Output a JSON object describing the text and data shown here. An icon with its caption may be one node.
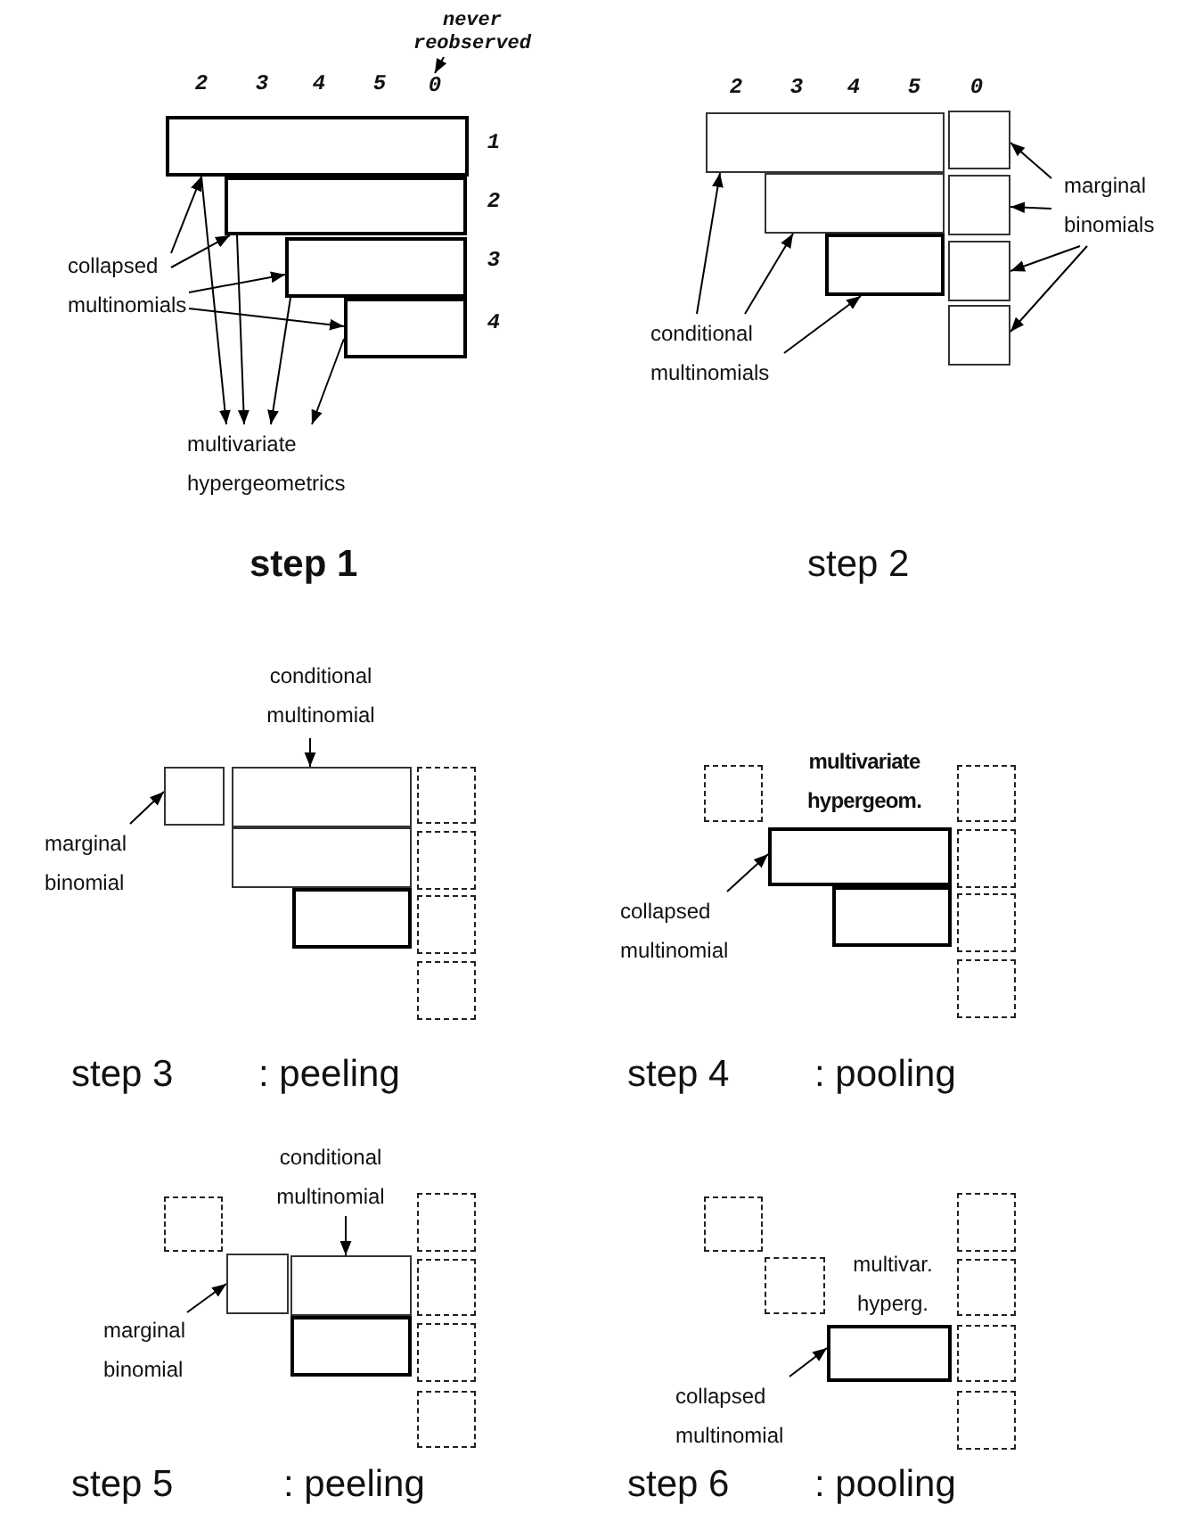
{
  "diagram": {
    "nodes": [
      {
        "text": [
          "never reobserved"
        ]
      },
      {
        "text": [
          "0"
        ]
      },
      {
        "text": [],
        "shape": "box"
      },
      {
        "text": [],
        "shape": "box"
      },
      {
        "text": [],
        "shape": "box"
      },
      {
        "text": [],
        "shape": "box"
      },
      {
        "text": [
          "collapsed multinomials"
        ]
      },
      {
        "text": [
          "multivariate hypergeometrics"
        ]
      },
      {
        "text": [],
        "shape": "box"
      },
      {
        "text": [],
        "shape": "box"
      },
      {
        "text": [],
        "shape": "box"
      },
      {
        "text": [],
        "shape": "box"
      },
      {
        "text": [],
        "shape": "box"
      },
      {
        "text": [],
        "shape": "box"
      },
      {
        "text": [],
        "shape": "box"
      },
      {
        "text": [
          "marginal binomials"
        ]
      },
      {
        "text": [
          "conditional multinomials"
        ]
      },
      {
        "text": [],
        "shape": "box"
      },
      {
        "text": [],
        "shape": "box"
      },
      {
        "text": [],
        "shape": "box"
      },
      {
        "text": [],
        "shape": "box"
      },
      {
        "text": [],
        "shape": "box"
      },
      {
        "text": [],
        "shape": "box"
      },
      {
        "text": [],
        "shape": "box"
      },
      {
        "text": [],
        "shape": "box"
      },
      {
        "text": [
          "conditional multinomial"
        ]
      },
      {
        "text": [
          "marginal binomial"
        ]
      },
      {
        "text": [],
        "shape": "box"
      },
      {
        "text": [],
        "shape": "box"
      },
      {
        "text": [],
        "shape": "box"
      },
      {
        "text": [],
        "shape": "box"
      },
      {
        "text": [],
        "shape": "box"
      },
      {
        "text": [],
        "shape": "box"
      },
      {
        "text": [],
        "shape": "box"
      },
      {
        "text": [
          "collapsed multinomial"
        ]
      },
      {
        "text": [],
        "shape": "box"
      },
      {
        "text": [],
        "shape": "box"
      },
      {
        "text": [],
        "shape": "box"
      },
      {
        "text": [],
        "shape": "box"
      },
      {
        "text": [],
        "shape": "box"
      },
      {
        "text": [],
        "shape": "box"
      },
      {
        "text": [],
        "shape": "box"
      },
      {
        "text": [],
        "shape": "box"
      },
      {
        "text": [
          "conditional multinomial"
        ]
      },
      {
        "text": [
          "marginal binomial"
        ]
      },
      {
        "text": [],
        "shape": "box"
      },
      {
        "text": [],
        "shape": "box"
      },
      {
        "text": [],
        "shape": "box"
      },
      {
        "text": [],
        "shape": "box"
      },
      {
        "text": [],
        "shape": "box"
      },
      {
        "text": [],
        "shape": "box"
      },
      {
        "text": [],
        "shape": "box"
      },
      {
        "text": [
          "collapsed multinomial"
        ]
      }
    ],
    "edges": [
      {
        "from": 0,
        "to": 1,
        "arrow": "to"
      },
      {
        "from": 6,
        "to": 2,
        "arrow": "to"
      },
      {
        "from": 6,
        "to": 3,
        "arrow": "to"
      },
      {
        "from": 6,
        "to": 4,
        "arrow": "to"
      },
      {
        "from": 6,
        "to": 5,
        "arrow": "to"
      },
      {
        "from": 2,
        "to": 7,
        "arrow": "to"
      },
      {
        "from": 3,
        "to": 7,
        "arrow": "to"
      },
      {
        "from": 4,
        "to": 7,
        "arrow": "to"
      },
      {
        "from": 5,
        "to": 7,
        "arrow": "to"
      },
      {
        "from": 15,
        "to": 11,
        "arrow": "to"
      },
      {
        "from": 15,
        "to": 12,
        "arrow": "to"
      },
      {
        "from": 15,
        "to": 13,
        "arrow": "to"
      },
      {
        "from": 15,
        "to": 14,
        "arrow": "to"
      },
      {
        "from": 16,
        "to": 8,
        "arrow": "to"
      },
      {
        "from": 16,
        "to": 9,
        "arrow": "to"
      },
      {
        "from": 16,
        "to": 10,
        "arrow": "to"
      },
      {
        "from": 25,
        "to": 18,
        "arrow": "to"
      },
      {
        "from": 26,
        "to": 17,
        "arrow": "to"
      },
      {
        "from": 34,
        "to": 28,
        "arrow": "to"
      },
      {
        "from": 43,
        "to": 37,
        "arrow": "to"
      },
      {
        "from": 44,
        "to": 36,
        "arrow": "to"
      },
      {
        "from": 52,
        "to": 47,
        "arrow": "to"
      }
    ],
    "labels": [
      "2",
      "3",
      "4",
      "5",
      "1",
      "2",
      "3",
      "4",
      "step 1",
      "2",
      "3",
      "4",
      "5",
      "0",
      "step 2",
      "step 3",
      ": peeling",
      "multivariate hypergeom.",
      "step 4",
      ": pooling",
      "step 5",
      ": peeling",
      "multivar. hyperg.",
      "step 6",
      ": pooling"
    ]
  }
}
